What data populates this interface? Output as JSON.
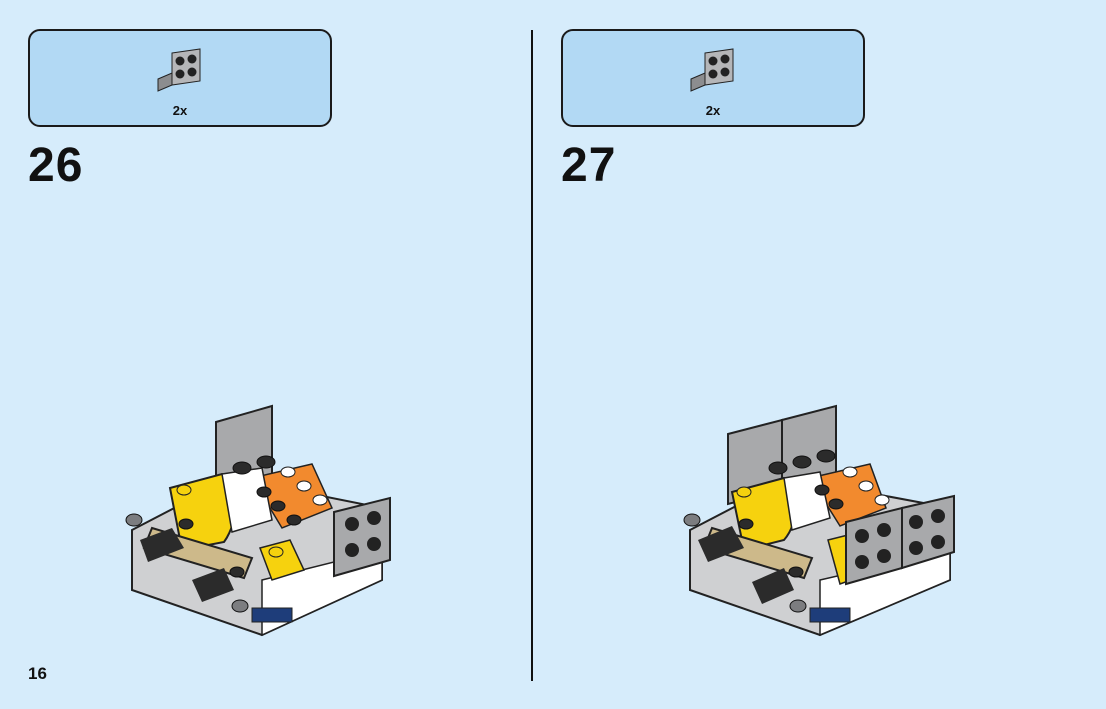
{
  "page": {
    "number": "16"
  },
  "steps": [
    {
      "number": "26",
      "part": {
        "quantity": "2x",
        "icon": "grey-bracket-plate-icon"
      },
      "model": "step-26-model"
    },
    {
      "number": "27",
      "part": {
        "quantity": "2x",
        "icon": "grey-bracket-plate-icon"
      },
      "model": "step-27-model"
    }
  ],
  "colors": {
    "background": "#d6ecfb",
    "callout": "#b2d9f4",
    "grey": "#a8a9ab",
    "dark": "#2b2b2b",
    "yellow": "#f6d20e",
    "orange": "#f28a2e",
    "tan": "#cdb98a",
    "blue": "#1e3d7a"
  }
}
